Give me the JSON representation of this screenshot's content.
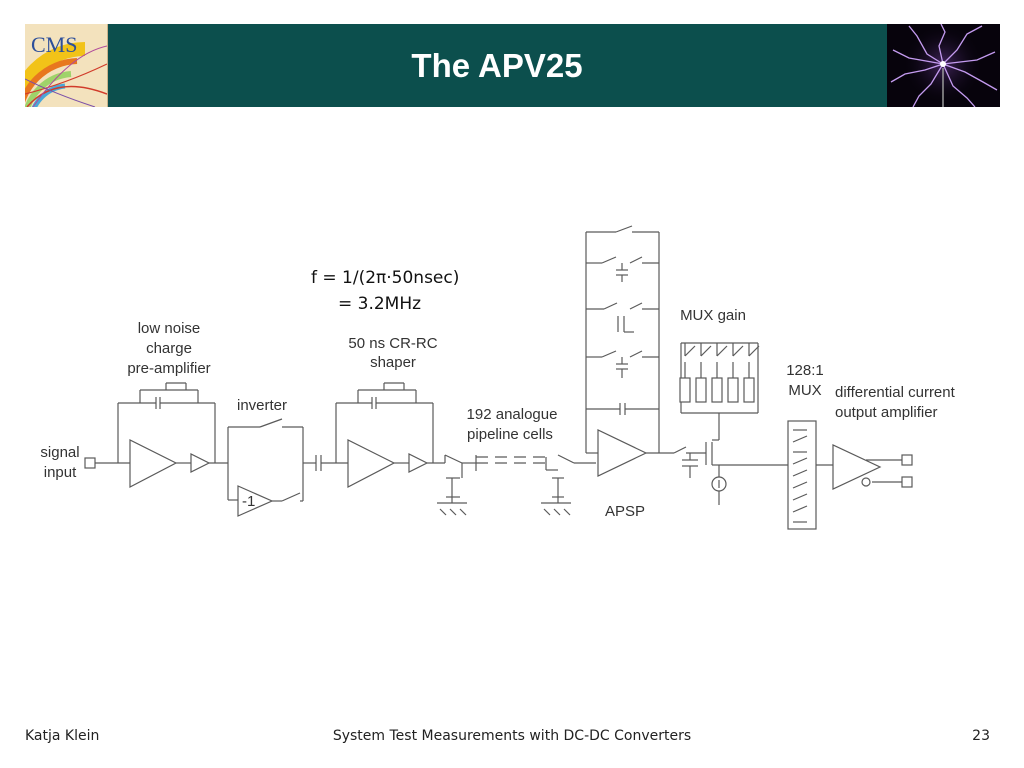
{
  "slide": {
    "title": "The APV25",
    "logo_text": "CMS",
    "footer": {
      "author": "Katja Klein",
      "center": "System Test Measurements with DC-DC Converters",
      "page": "23"
    }
  },
  "diagram": {
    "formula_line1": "f = 1/(2π·50nsec)",
    "formula_line2": "= 3.2MHz",
    "labels": {
      "signal_1": "signal",
      "signal_2": "input",
      "preamp_1": "low noise",
      "preamp_2": "charge",
      "preamp_3": "pre-amplifier",
      "inverter": "inverter",
      "inverter_gain": "-1",
      "shaper_1": "50 ns CR-RC",
      "shaper_2": "shaper",
      "pipeline_1": "192 analogue",
      "pipeline_2": "pipeline cells",
      "apsp": "APSP",
      "mux_gain": "MUX gain",
      "mux_1": "128:1",
      "mux_2": "MUX",
      "diff_1": "differential current",
      "diff_2": "output amplifier"
    }
  }
}
